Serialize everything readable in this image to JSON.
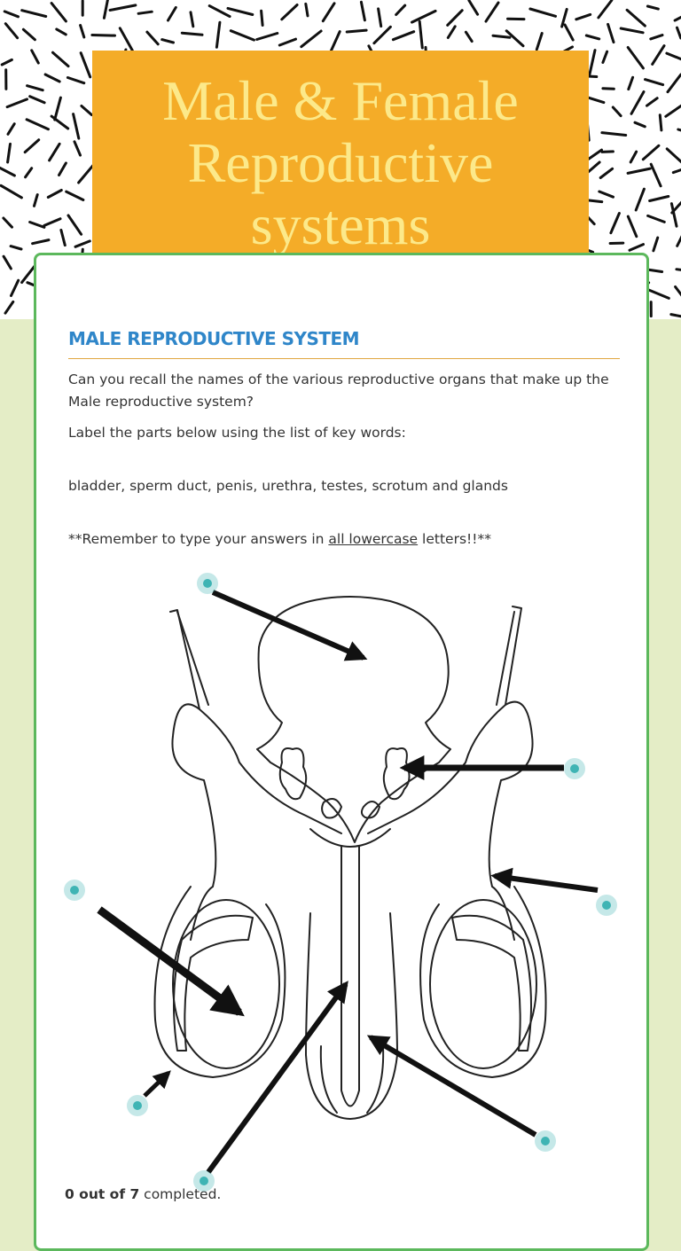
{
  "header": {
    "title": "Male & Female Reproductive systems"
  },
  "section": {
    "heading": "MALE REPRODUCTIVE SYSTEM",
    "intro": "Can you recall the names of the various reproductive organs that make up the Male reproductive system?",
    "instruction": "Label the parts below using the list of key words:",
    "keywords": "bladder, sperm duct, penis, urethra, testes, scrotum and glands",
    "reminder_before": "**Remember to type your answers in ",
    "reminder_underlined": "all lowercase",
    "reminder_after": " letters!!**"
  },
  "diagram": {
    "hotspot_count": 7,
    "hotspot_color": "#3fb4b4"
  },
  "progress": {
    "count_text": "0 out of 7",
    "suffix": " completed."
  }
}
